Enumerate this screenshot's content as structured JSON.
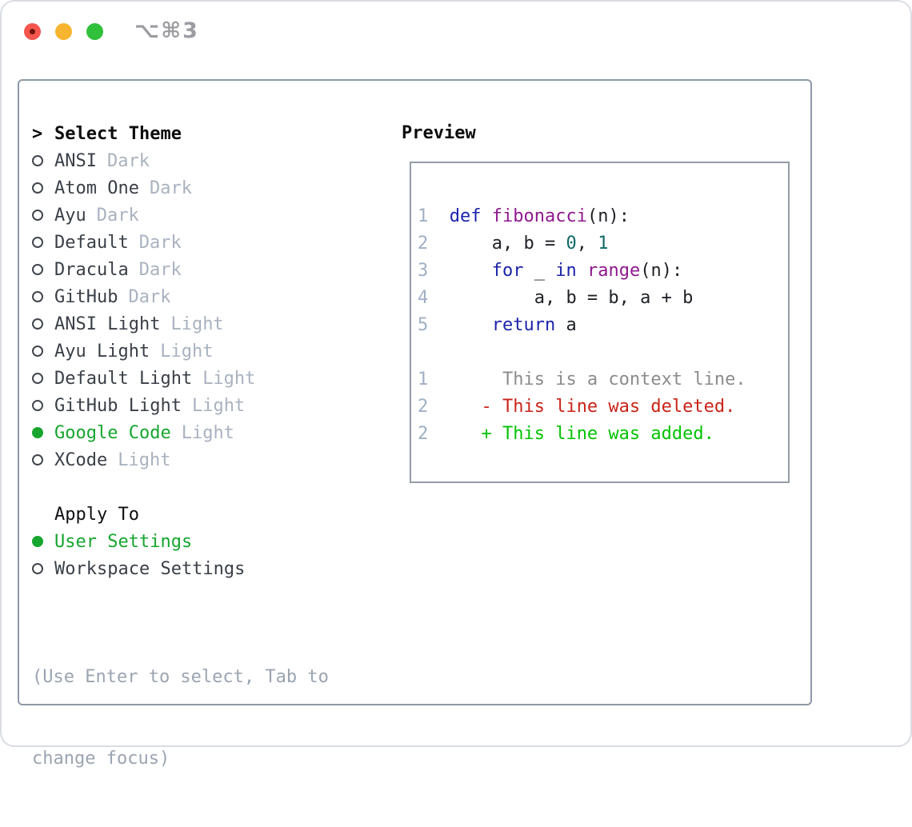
{
  "window": {
    "title": "⌥⌘3"
  },
  "colors": {
    "selected_green": "#16a52e",
    "added_green": "#04c304",
    "deleted_red": "#c92419",
    "keyword_blue": "#1c23ab",
    "function_purple": "#8e198e",
    "literal_teal": "#0e6968",
    "line_number_gray": "#9fafc4",
    "context_gray": "#8c8c8c",
    "muted_gray": "#a9b2bf",
    "help_gray": "#9ba4b1",
    "panel_border": "#8f99a5",
    "traffic_red": "#f4564e",
    "traffic_yellow": "#f7b42f",
    "traffic_green": "#30c03c"
  },
  "sidebar": {
    "prompt": ">",
    "title": "Select Theme",
    "themes": [
      {
        "name": "ANSI",
        "variant": "Dark",
        "selected": false
      },
      {
        "name": "Atom One",
        "variant": "Dark",
        "selected": false
      },
      {
        "name": "Ayu",
        "variant": "Dark",
        "selected": false
      },
      {
        "name": "Default",
        "variant": "Dark",
        "selected": false
      },
      {
        "name": "Dracula",
        "variant": "Dark",
        "selected": false
      },
      {
        "name": "GitHub",
        "variant": "Dark",
        "selected": false
      },
      {
        "name": "ANSI Light",
        "variant": "Light",
        "selected": false
      },
      {
        "name": "Ayu Light",
        "variant": "Light",
        "selected": false
      },
      {
        "name": "Default Light",
        "variant": "Light",
        "selected": false
      },
      {
        "name": "GitHub Light",
        "variant": "Light",
        "selected": false
      },
      {
        "name": "Google Code",
        "variant": "Light",
        "selected": true
      },
      {
        "name": "XCode",
        "variant": "Light",
        "selected": false
      }
    ],
    "apply_to_label": "Apply To",
    "apply_options": [
      {
        "name": "User Settings",
        "selected": true
      },
      {
        "name": "Workspace Settings",
        "selected": false
      }
    ],
    "help_line1": "(Use Enter to select, Tab to",
    "help_line2": "change focus)"
  },
  "preview": {
    "title": "Preview",
    "lines": [
      [
        {
          "t": "1",
          "c": "num"
        },
        {
          "t": "  ",
          "c": "pl"
        },
        {
          "t": "def",
          "c": "kw"
        },
        {
          "t": " ",
          "c": "pl"
        },
        {
          "t": "fibonacci",
          "c": "fn"
        },
        {
          "t": "(n):",
          "c": "pl"
        }
      ],
      [
        {
          "t": "2",
          "c": "num"
        },
        {
          "t": "      ",
          "c": "pl"
        },
        {
          "t": "a, b = ",
          "c": "pl"
        },
        {
          "t": "0",
          "c": "lit"
        },
        {
          "t": ", ",
          "c": "pl"
        },
        {
          "t": "1",
          "c": "lit"
        }
      ],
      [
        {
          "t": "3",
          "c": "num"
        },
        {
          "t": "      ",
          "c": "pl"
        },
        {
          "t": "for",
          "c": "kw"
        },
        {
          "t": " _ ",
          "c": "pl"
        },
        {
          "t": "in",
          "c": "kw"
        },
        {
          "t": " ",
          "c": "pl"
        },
        {
          "t": "range",
          "c": "fn"
        },
        {
          "t": "(n):",
          "c": "pl"
        }
      ],
      [
        {
          "t": "4",
          "c": "num"
        },
        {
          "t": "          ",
          "c": "pl"
        },
        {
          "t": "a, b = b, a + b",
          "c": "pl"
        }
      ],
      [
        {
          "t": "5",
          "c": "num"
        },
        {
          "t": "      ",
          "c": "pl"
        },
        {
          "t": "return",
          "c": "kw"
        },
        {
          "t": " a",
          "c": "pl"
        }
      ],
      [
        {
          "t": "",
          "c": "pl"
        }
      ],
      [
        {
          "t": "1",
          "c": "num"
        },
        {
          "t": "       ",
          "c": "pl"
        },
        {
          "t": "This is a context line.",
          "c": "ctx"
        }
      ],
      [
        {
          "t": "2",
          "c": "num"
        },
        {
          "t": "     ",
          "c": "pl"
        },
        {
          "t": "- This line was deleted.",
          "c": "del"
        }
      ],
      [
        {
          "t": "2",
          "c": "num"
        },
        {
          "t": "     ",
          "c": "pl"
        },
        {
          "t": "+ This line was added.",
          "c": "add"
        }
      ]
    ]
  }
}
